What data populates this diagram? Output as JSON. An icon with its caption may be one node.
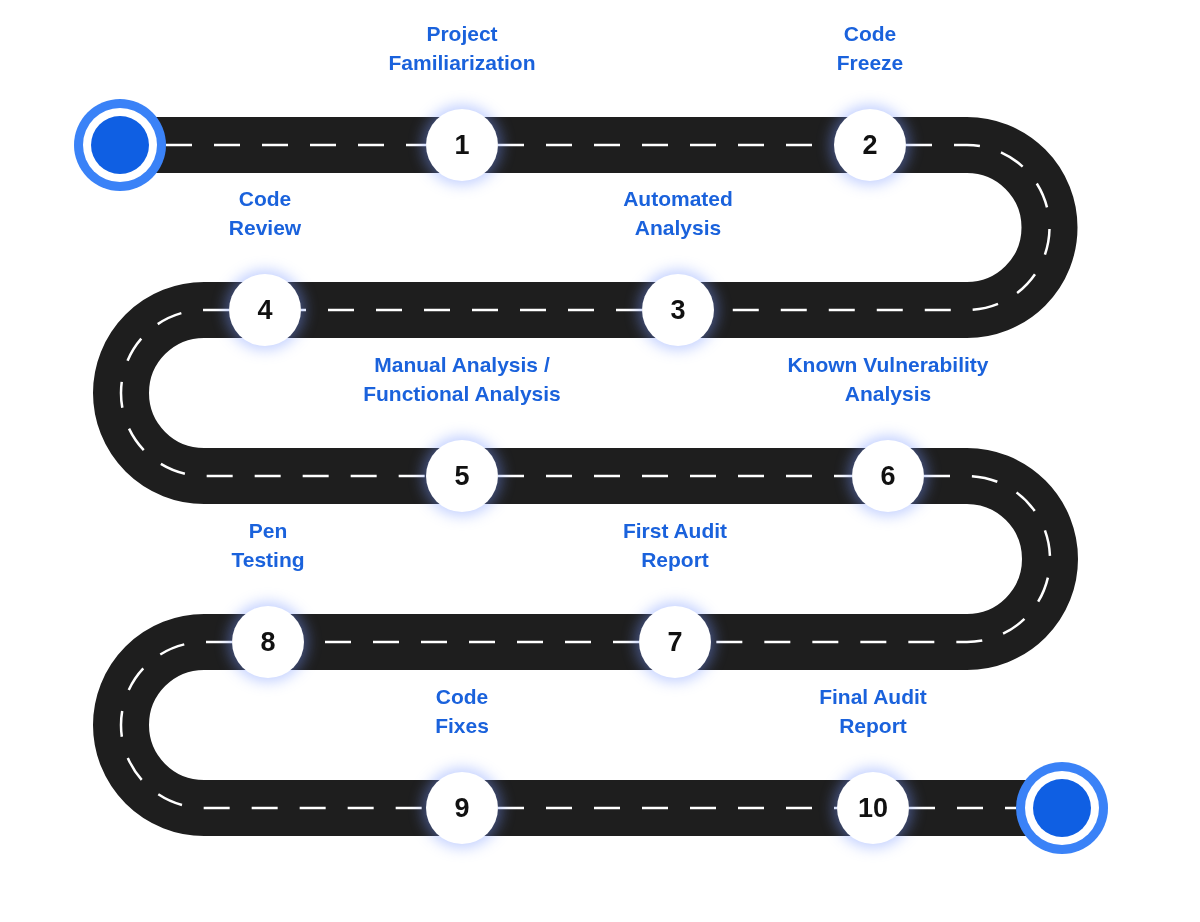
{
  "diagram": {
    "nodes": [
      {
        "text": [],
        "shape": "circle"
      },
      {
        "text": [
          "1"
        ],
        "beside": [
          "Project Familiarization"
        ]
      },
      {
        "text": [
          "2"
        ],
        "beside": [
          "Code Freeze"
        ]
      },
      {
        "text": [
          "3"
        ],
        "beside": [
          "Automated Analysis"
        ]
      },
      {
        "text": [
          "4"
        ],
        "beside": [
          "Code Review"
        ]
      },
      {
        "text": [
          "5"
        ],
        "beside": [
          "Manual Analysis / Functional Analysis"
        ]
      },
      {
        "text": [
          "6"
        ],
        "beside": [
          "Known Vulnerability Analysis"
        ]
      },
      {
        "text": [
          "7"
        ],
        "beside": [
          "First Audit Report"
        ]
      },
      {
        "text": [
          "8"
        ],
        "beside": [
          "Pen Testing"
        ]
      },
      {
        "text": [
          "9"
        ],
        "beside": [
          "Code Fixes"
        ]
      },
      {
        "text": [
          "10"
        ],
        "beside": [
          "Final Audit Report"
        ]
      },
      {
        "text": [],
        "shape": "circle"
      }
    ],
    "edges": [
      {
        "from": 0,
        "to": 1,
        "arrow": "none",
        "style": "dashed"
      },
      {
        "from": 1,
        "to": 2,
        "arrow": "none",
        "style": "dashed"
      },
      {
        "from": 2,
        "to": 3,
        "arrow": "none",
        "style": "dashed"
      },
      {
        "from": 3,
        "to": 4,
        "arrow": "none",
        "style": "dashed"
      },
      {
        "from": 4,
        "to": 5,
        "arrow": "none",
        "style": "dashed"
      },
      {
        "from": 5,
        "to": 6,
        "arrow": "none",
        "style": "dashed"
      },
      {
        "from": 6,
        "to": 7,
        "arrow": "none",
        "style": "dashed"
      },
      {
        "from": 7,
        "to": 8,
        "arrow": "none",
        "style": "dashed"
      },
      {
        "from": 8,
        "to": 9,
        "arrow": "none",
        "style": "dashed"
      },
      {
        "from": 9,
        "to": 10,
        "arrow": "none",
        "style": "dashed"
      },
      {
        "from": 10,
        "to": 11,
        "arrow": "none",
        "style": "dashed"
      }
    ]
  }
}
